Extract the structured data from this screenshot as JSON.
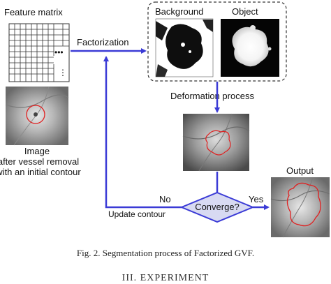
{
  "labels": {
    "feature_matrix": "Feature matrix",
    "factorization": "Factorization",
    "background": "Background",
    "object": "Object",
    "deformation_process": "Deformation process",
    "image_caption": [
      "Image",
      "after vessel removal",
      "with an initial contour"
    ],
    "output": "Output",
    "converge": "Converge?",
    "no": "No",
    "yes": "Yes",
    "update_contour": "Update contour"
  },
  "matrix_dots": {
    "horizontal": "•••",
    "vertical": "⋮"
  },
  "caption": "Fig. 2.   Segmentation process of Factorized GVF.",
  "section_heading": "III.  EXPERIMENT",
  "colors": {
    "arrow": "#3b3bd6",
    "contour": "#e02020",
    "diamond_fill": "#d8daf2"
  }
}
